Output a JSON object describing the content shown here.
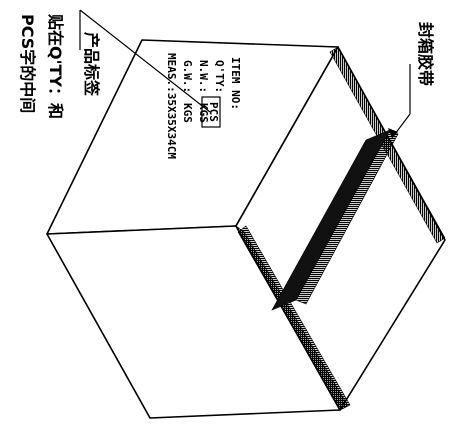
{
  "label": {
    "item_no": "ITEM NO:",
    "qty": "Q'TY:",
    "pcs": "PCS",
    "nw": "N.W.:",
    "nw_unit": "KGS",
    "gw": "G.W.:",
    "gw_unit": "KGS",
    "meas": "MEAS.:35X35X34CM"
  },
  "callouts": {
    "tape": "封箱胶带",
    "product_label": "产品标签",
    "placement_line1": "贴在Q'TY：和",
    "placement_line2": "PCS字的中间"
  },
  "colors": {
    "line": "#000000",
    "tape": "#111111",
    "background": "#ffffff"
  }
}
